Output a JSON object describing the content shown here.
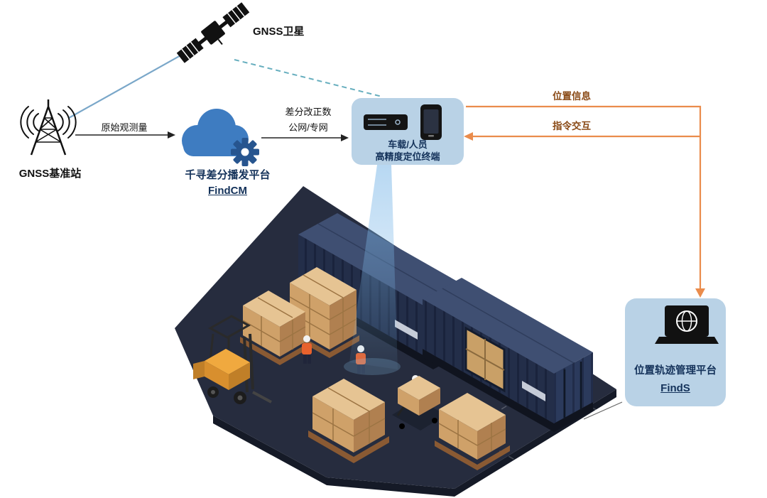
{
  "nodes": {
    "satellite": {
      "label": "GNSS卫星"
    },
    "base_station": {
      "label": "GNSS基准站"
    },
    "cloud_platform": {
      "name": "千寻差分播发平台",
      "product": "FindCM"
    },
    "terminal": {
      "line1": "车载/人员",
      "line2": "高精度定位终端"
    },
    "management_platform": {
      "name": "位置轨迹管理平台",
      "product": "FindS"
    }
  },
  "edges": {
    "raw_observation": "原始观测量",
    "correction_line1": "差分改正数",
    "correction_line2": "公网/专网",
    "position_info": "位置信息",
    "command_interaction": "指令交互"
  },
  "colors": {
    "panel_fill": "#b9d2e6",
    "panel_text": "#14325a",
    "cloud_blue": "#3e7cc1",
    "gear_blue": "#27558f",
    "arrow_orange": "#ea8c4c",
    "orange_label_text": "#8a4a16",
    "line_blue": "#7aa7c9",
    "dash_teal": "#66aebe",
    "container_navy": "#232e49",
    "floor_dark": "#262c3e",
    "crate_tan": "#d8b07c"
  }
}
